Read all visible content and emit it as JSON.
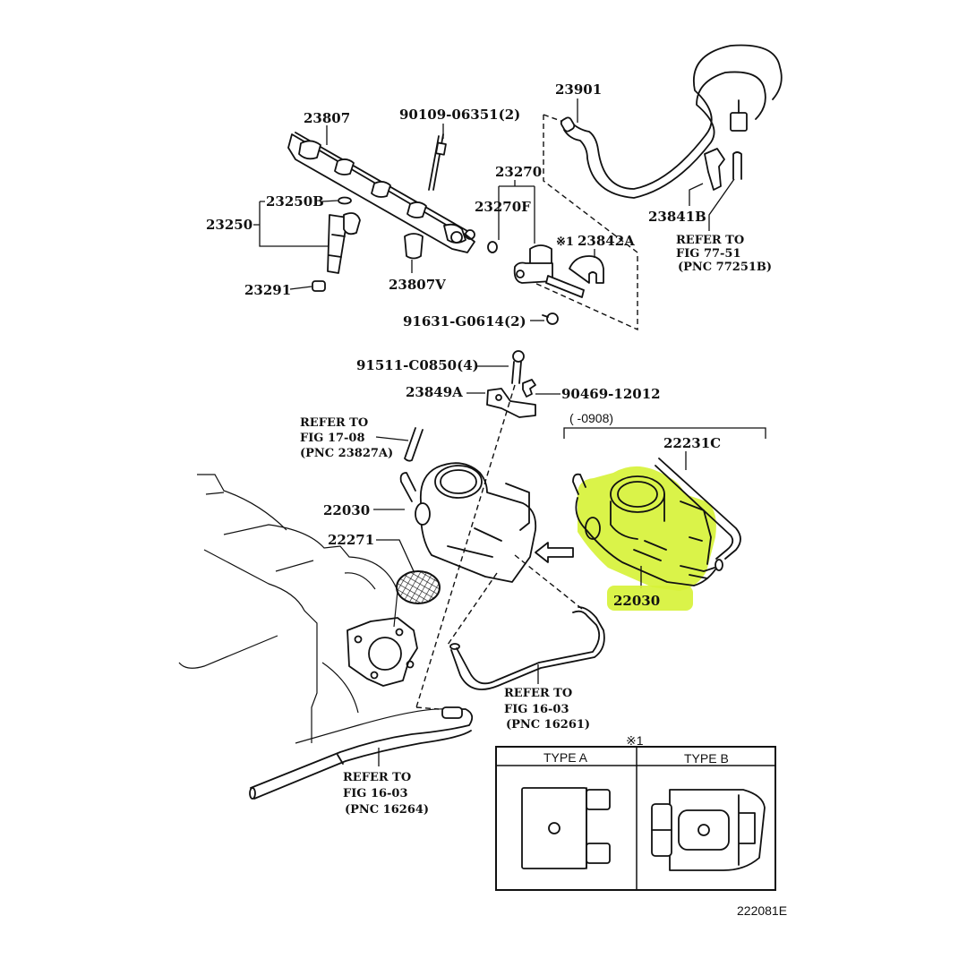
{
  "diagram": {
    "figure_code": "222081E",
    "highlight_color": "#d7f23a",
    "callouts": {
      "p23807": "23807",
      "p90109": "90109-06351(2)",
      "p23901": "23901",
      "p23270": "23270",
      "p23270f": "23270F",
      "p23250b": "23250B",
      "p23250": "23250",
      "p23842a_mark": "※1",
      "p23842a": "23842A",
      "p23841b": "23841B",
      "p23291": "23291",
      "p23807v": "23807V",
      "p91631": "91631-G0614(2)",
      "p91511": "91511-C0850(4)",
      "p23849a": "23849A",
      "p90469": "90469-12012",
      "p22231c": "22231C",
      "p22030_left": "22030",
      "p22271": "22271",
      "p22030_highlighted": "22030"
    },
    "date_range": "(      -0908)",
    "references": {
      "fig77": [
        "REFER TO",
        "FIG 77-51",
        "(PNC 77251B)"
      ],
      "fig17": [
        "REFER TO",
        "FIG 17-08",
        "(PNC 23827A)"
      ],
      "fig16a": [
        "REFER TO",
        "FIG 16-03",
        "(PNC 16261)"
      ],
      "fig16b": [
        "REFER TO",
        "FIG 16-03",
        "(PNC 16264)"
      ]
    },
    "type_table": {
      "mark": "※1",
      "col_a": "TYPE A",
      "col_b": "TYPE B"
    }
  }
}
